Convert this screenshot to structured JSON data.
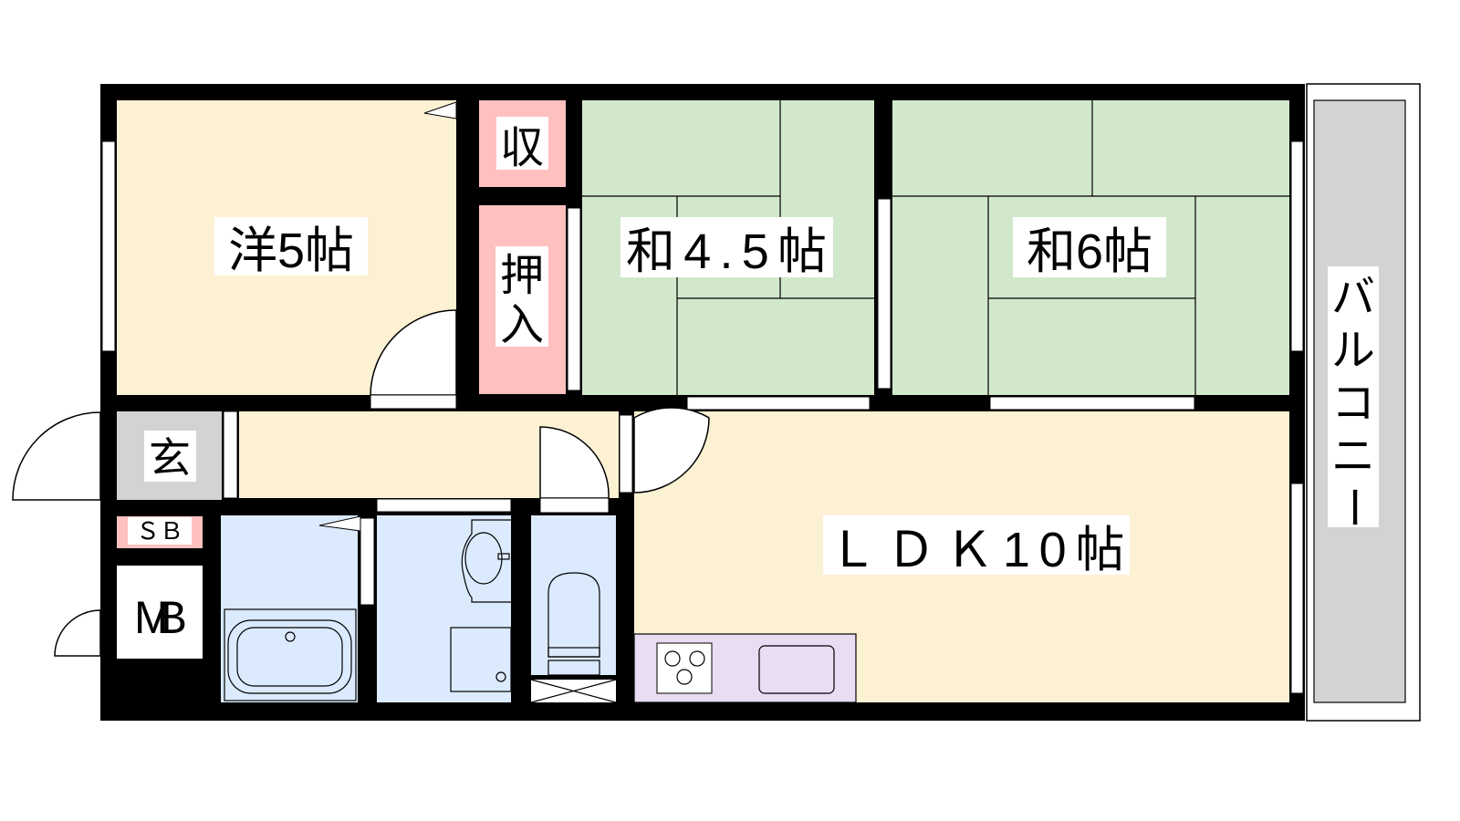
{
  "floor_plan": {
    "rooms": {
      "western": "洋5帖",
      "storage": "収",
      "closet_top": "押",
      "closet_bottom": "入",
      "japanese_small": "和4.5帖",
      "japanese_large": "和6帖",
      "entrance": "玄",
      "shoe_box": "ＳＢ",
      "meter_box": "MB",
      "ldk": "ＬＤＫ10帖",
      "balcony": [
        "バ",
        "ル",
        "コ",
        "ニ",
        "ー"
      ]
    },
    "colors": {
      "wall": "#000000",
      "western_floor": "#fdf1d3",
      "tatami": "#d2e8cc",
      "storage": "#ffc0c0",
      "entrance": "#d3d3d3",
      "wet_area": "#dbeafd",
      "kitchen": "#e8ddf3",
      "balcony": "#d3d3d3"
    }
  }
}
